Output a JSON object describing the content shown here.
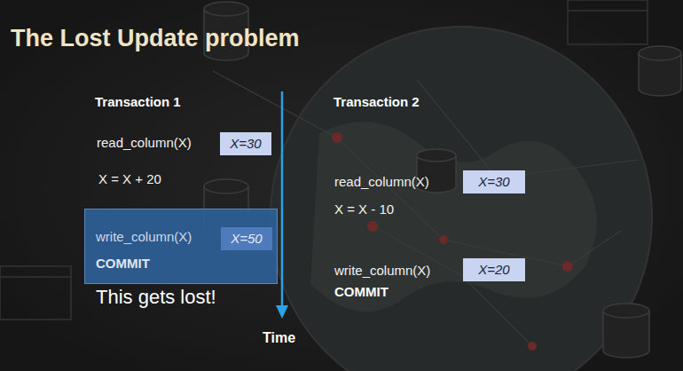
{
  "diagram": {
    "title": "The Lost Update problem",
    "nodes": [
      {
        "text": [
          "X=30"
        ]
      },
      {
        "text": [
          "write_column(X)",
          "COMMIT"
        ]
      },
      {
        "text": [
          "X=50"
        ],
        "in": 1
      },
      {
        "text": [
          "X=30"
        ]
      },
      {
        "text": [
          "X=20"
        ]
      }
    ],
    "labels": [
      "Transaction 1",
      "Transaction 2",
      "read_column(X)",
      "X = X + 20",
      "This gets lost!",
      "read_column(X)",
      "X = X - 10",
      "write_column(X)",
      "COMMIT",
      "Time"
    ]
  }
}
